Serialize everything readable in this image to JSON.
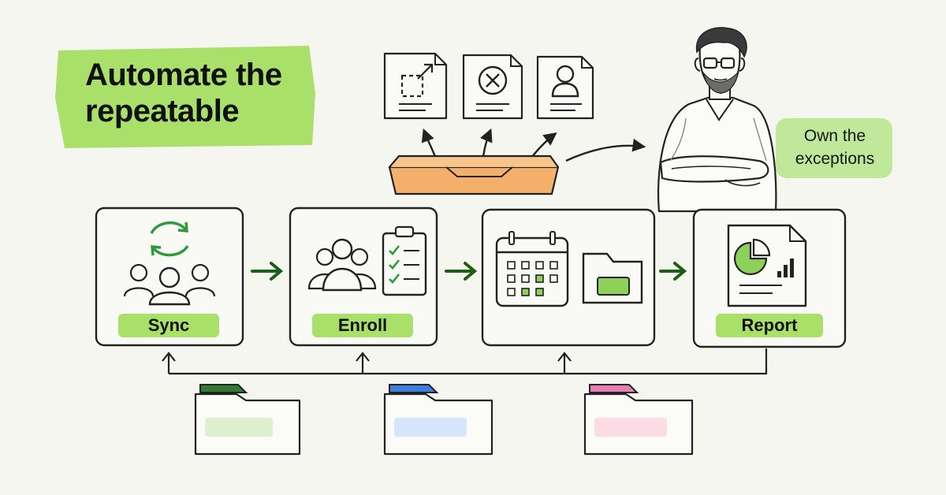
{
  "headline": {
    "line1": "Automate the",
    "line2": "repeatable"
  },
  "callout": {
    "line1": "Own the",
    "line2": "exceptions"
  },
  "steps": [
    {
      "label": "Sync",
      "icon": "people-sync-icon"
    },
    {
      "label": "Enroll",
      "icon": "people-checklist-icon"
    },
    {
      "label": "",
      "icon": "calendar-folder-icon"
    },
    {
      "label": "Report",
      "icon": "report-chart-icon"
    }
  ],
  "documents": [
    {
      "icon": "expand-frame-icon"
    },
    {
      "icon": "x-circle-icon"
    },
    {
      "icon": "person-icon"
    }
  ],
  "source_folders": [
    {
      "tab_color": "#2e7d32",
      "tint": "#dff0cf"
    },
    {
      "tab_color": "#3d7fe0",
      "tint": "#d6e6fa"
    },
    {
      "tab_color": "#e77fb0",
      "tint": "#fadbe6"
    }
  ],
  "colors": {
    "accent_green": "#a9e06a",
    "arrow_green": "#1f5d14",
    "tray_orange": "#f4b06a",
    "ink": "#222222"
  }
}
